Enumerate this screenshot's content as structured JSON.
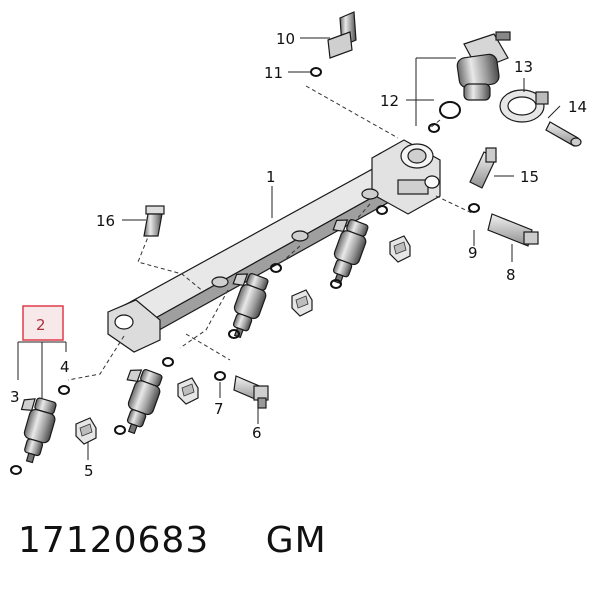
{
  "diagram": {
    "callouts": {
      "c1": "1",
      "c2": "2",
      "c3": "3",
      "c4": "4",
      "c5": "5",
      "c6": "6",
      "c7": "7",
      "c8": "8",
      "c9": "9",
      "c10": "10",
      "c11": "11",
      "c12": "12",
      "c13": "13",
      "c14": "14",
      "c15": "15",
      "c16": "16"
    },
    "highlight_color": "#e03a4a",
    "highlight_fill": "#f7e9ea"
  },
  "footer": {
    "part_number": "17120683",
    "brand": "GM"
  }
}
